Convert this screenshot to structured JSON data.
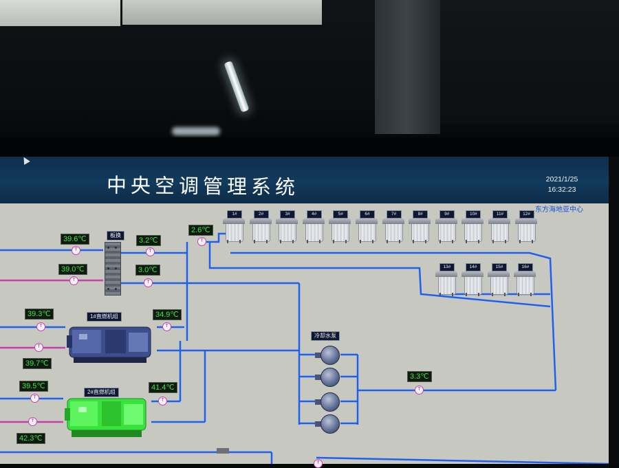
{
  "header": {
    "title": "中央空调管理系统",
    "date": "2021/1/25",
    "time": "16:32:23",
    "location": "东方海地亚中心"
  },
  "colors": {
    "panel_bg": "#c7c8c0",
    "header_bg": "#123a5c",
    "supply_pipe": "#1f5ff0",
    "return_pipe": "#c93fae",
    "readout_text": "#37e83c",
    "chiller2_status": "#39e23c"
  },
  "labels": {
    "exchanger": "板换",
    "chiller1": "1#直燃机组",
    "chiller2": "2#直燃机组",
    "pumps": "冷却水泵",
    "sensor": "T"
  },
  "towers_row1": [
    "1#",
    "2#",
    "3#",
    "4#",
    "5#",
    "6#",
    "7#",
    "8#",
    "9#",
    "10#",
    "11#",
    "12#"
  ],
  "towers_row2": [
    "13#",
    "14#",
    "15#",
    "16#"
  ],
  "temperatures": {
    "t_left_top": "39.6℃",
    "t_left_second": "39.0℃",
    "t_exch_out_top": "3.2℃",
    "t_exch_out_bottom": "3.0℃",
    "t_tower_supply": "2.6℃",
    "t_ch1_in": "39.3℃",
    "t_ch1_return": "39.7℃",
    "t_ch1_out": "34.9℃",
    "t_ch2_in": "39.5℃",
    "t_ch2_return": "42.3℃",
    "t_ch2_out": "41.4℃",
    "t_pump_out": "3.3℃"
  }
}
